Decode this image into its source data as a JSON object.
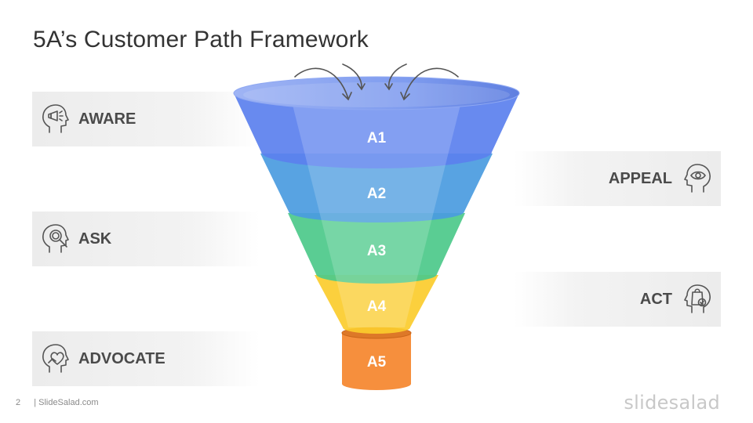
{
  "slide": {
    "title": "5A’s Customer Path Framework",
    "page_number": "2",
    "footer_site": "| SlideSalad.com",
    "brand": "slidesalad"
  },
  "stages": [
    {
      "label": "AWARE",
      "icon": "head-megaphone-icon"
    },
    {
      "label": "APPEAL",
      "icon": "head-eye-icon"
    },
    {
      "label": "ASK",
      "icon": "head-magnifier-icon"
    },
    {
      "label": "ACT",
      "icon": "head-shopping-bag-icon"
    },
    {
      "label": "ADVOCATE",
      "icon": "head-heart-icon"
    }
  ],
  "funnel": {
    "segments": [
      {
        "label": "A1",
        "color": "#5b80ee"
      },
      {
        "label": "A2",
        "color": "#4a9be0"
      },
      {
        "label": "A3",
        "color": "#4cc98a"
      },
      {
        "label": "A4",
        "color": "#fbcc2c"
      },
      {
        "label": "A5",
        "color": "#f5852c"
      }
    ]
  }
}
